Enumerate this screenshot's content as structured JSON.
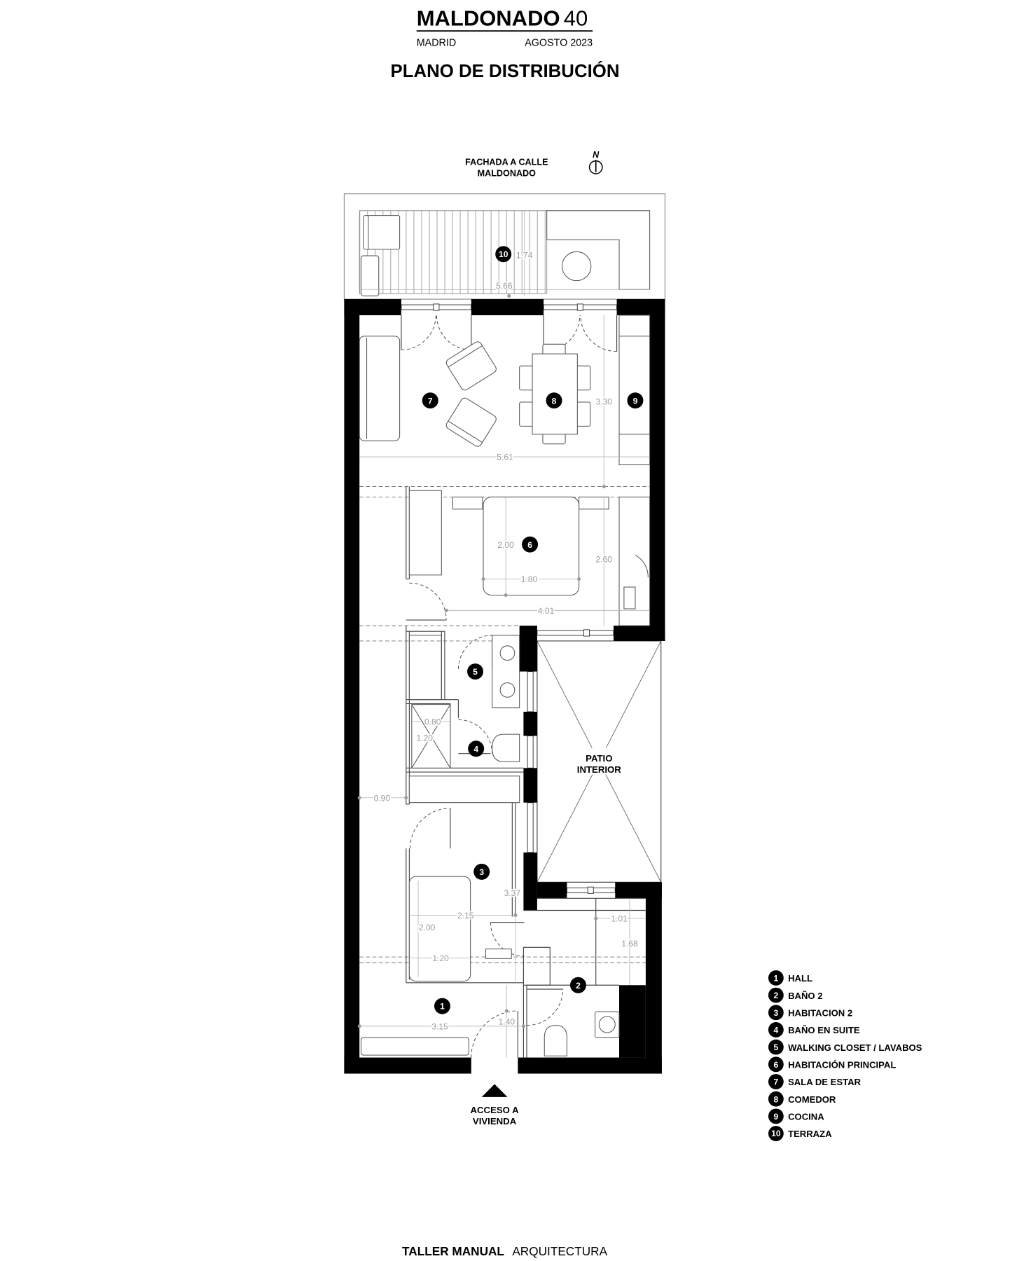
{
  "header": {
    "project_name": "MALDONADO",
    "project_number": "40",
    "city": "MADRID",
    "date": "AGOSTO 2023",
    "plan_title": "PLANO DE DISTRIBUCIÓN"
  },
  "orientation": {
    "facade_line1": "FACHADA A CALLE",
    "facade_line2": "MALDONADO",
    "north_label": "N"
  },
  "patio": {
    "line1": "PATIO",
    "line2": "INTERIOR"
  },
  "access": {
    "line1": "ACCESO A",
    "line2": "VIVIENDA"
  },
  "rooms": [
    {
      "number": "1",
      "name": "HALL"
    },
    {
      "number": "2",
      "name": "BAÑO 2"
    },
    {
      "number": "3",
      "name": "HABITACION 2"
    },
    {
      "number": "4",
      "name": "BAÑO EN SUITE"
    },
    {
      "number": "5",
      "name": "WALKING CLOSET / LAVABOS"
    },
    {
      "number": "6",
      "name": "HABITACIÓN PRINCIPAL"
    },
    {
      "number": "7",
      "name": "SALA DE ESTAR"
    },
    {
      "number": "8",
      "name": "COMEDOR"
    },
    {
      "number": "9",
      "name": "COCINA"
    },
    {
      "number": "10",
      "name": "TERRAZA"
    }
  ],
  "dimensions": [
    "1.74",
    "5.66",
    "3.30",
    "5.61",
    "2.00",
    "1.80",
    "2.60",
    "4.01",
    "0.80",
    "1.20",
    "0.90",
    "3.37",
    "2.15",
    "1.01",
    "1.68",
    "2.00",
    "1.20",
    "3.15",
    "1.40"
  ],
  "footer": {
    "studio_bold": "TALLER MANUAL",
    "studio_regular": "ARQUITECTURA"
  },
  "colors": {
    "wall": "#000000",
    "drawing_line": "#444444",
    "dimension": "#9a9a9a",
    "room_marker": "#000000",
    "room_marker_text": "#ffffff"
  }
}
